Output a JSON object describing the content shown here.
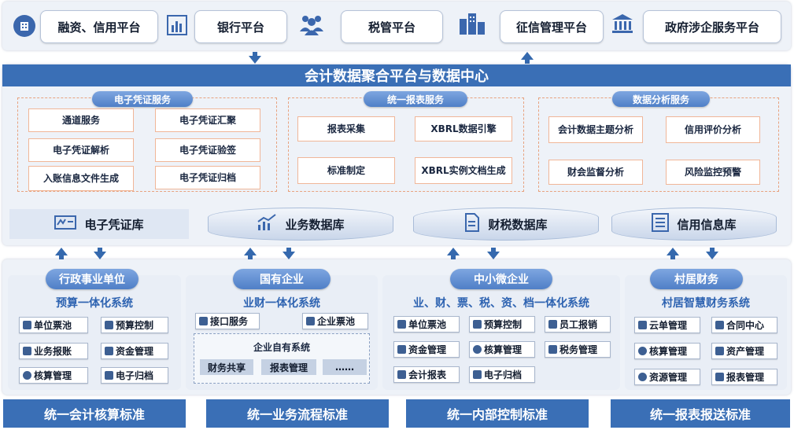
{
  "top_platforms": [
    {
      "label": "融资、信用平台",
      "icon": "building-icon"
    },
    {
      "label": "银行平台",
      "icon": "bar-chart-icon"
    },
    {
      "label": "税管平台",
      "icon": "people-icon"
    },
    {
      "label": "征信管理平台",
      "icon": "city-icon"
    },
    {
      "label": "政府涉企服务平台",
      "icon": "government-icon"
    }
  ],
  "center_title": "会计数据聚合平台与数据中心",
  "services": [
    {
      "title": "电子凭证服务",
      "items": [
        "通道服务",
        "电子凭证汇聚",
        "电子凭证解析",
        "电子凭证验签",
        "入账信息文件生成",
        "电子凭证归档"
      ]
    },
    {
      "title": "统一报表服务",
      "items": [
        "报表采集",
        "XBRL数据引擎",
        "标准制定",
        "XBRL实例文档生成"
      ]
    },
    {
      "title": "数据分析服务",
      "items": [
        "会计数据主题分析",
        "信用评价分析",
        "财会监督分析",
        "风险监控预警"
      ]
    }
  ],
  "databases": [
    {
      "label": "电子凭证库",
      "icon": "voucher-icon"
    },
    {
      "label": "业务数据库",
      "icon": "trend-chart-icon"
    },
    {
      "label": "财税数据库",
      "icon": "document-icon"
    },
    {
      "label": "信用信息库",
      "icon": "list-icon"
    }
  ],
  "units": [
    {
      "title": "行政事业单位",
      "subtitle": "预算一体化系统",
      "items": [
        "单位票池",
        "预算控制",
        "业务报账",
        "资金管理",
        "核算管理",
        "电子归档"
      ]
    },
    {
      "title": "国有企业",
      "subtitle": "业财一体化系统",
      "items": [
        "接口服务",
        "企业票池"
      ],
      "own_system": {
        "title": "企业自有系统",
        "items": [
          "财务共享",
          "报表管理",
          "……"
        ]
      }
    },
    {
      "title": "中小微企业",
      "subtitle": "业、财、票、税、资、档一体化系统",
      "items": [
        "单位票池",
        "预算控制",
        "员工报销",
        "资金管理",
        "核算管理",
        "税务管理",
        "会计报表",
        "电子归档"
      ]
    },
    {
      "title": "村居财务",
      "subtitle": "村居智慧财务系统",
      "items": [
        "云单管理",
        "合同中心",
        "核算管理",
        "资产管理",
        "资源管理",
        "报表管理"
      ]
    }
  ],
  "standards": [
    "统一会计核算标准",
    "统一业务流程标准",
    "统一内部控制标准",
    "统一报表报送标准"
  ],
  "colors": {
    "primary_blue": "#3a6fb6",
    "accent_orange": "#f0b698",
    "panel_bg": "#eef2f8"
  }
}
